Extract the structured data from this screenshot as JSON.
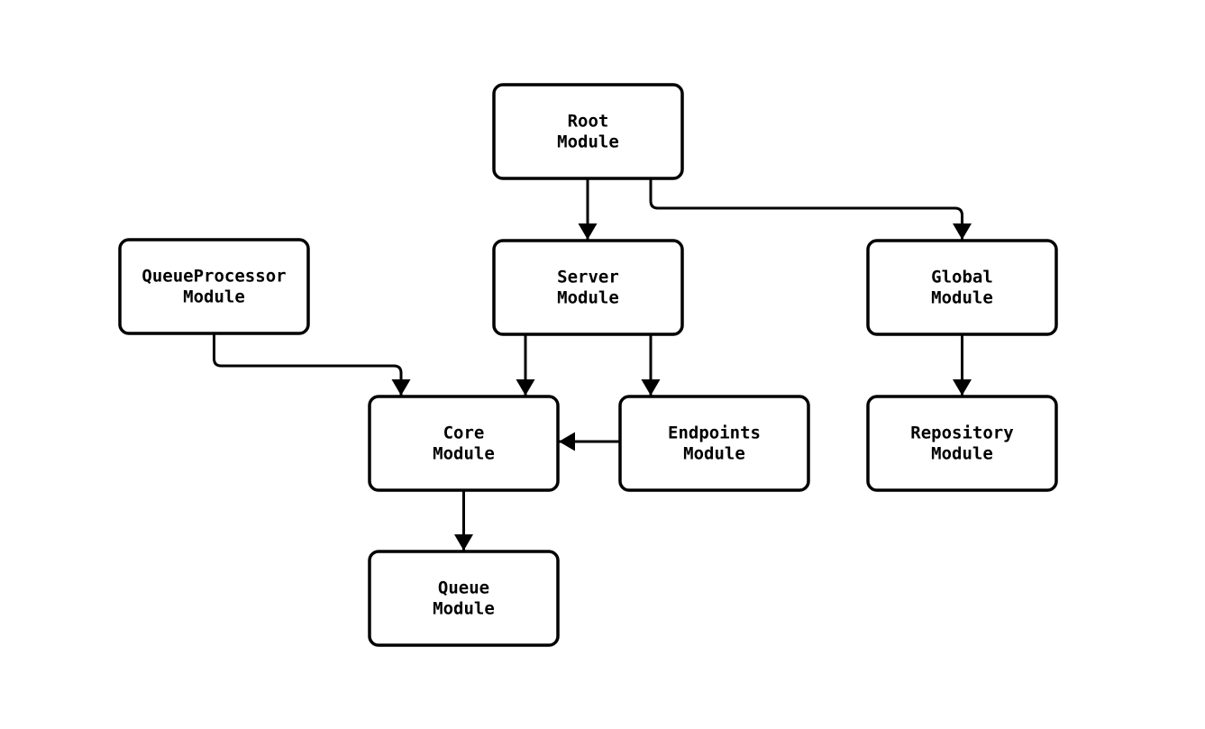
{
  "diagram": {
    "type": "module-dependency-flowchart",
    "background_color": "#ffffff",
    "node_fill_color": "#ffffff",
    "stroke_color": "#000000",
    "text_color": "#000000",
    "nodes": {
      "root": {
        "line1": "Root",
        "line2": "Module"
      },
      "queueprocessor": {
        "line1": "QueueProcessor",
        "line2": "Module"
      },
      "server": {
        "line1": "Server",
        "line2": "Module"
      },
      "global": {
        "line1": "Global",
        "line2": "Module"
      },
      "core": {
        "line1": "Core",
        "line2": "Module"
      },
      "endpoints": {
        "line1": "Endpoints",
        "line2": "Module"
      },
      "repository": {
        "line1": "Repository",
        "line2": "Module"
      },
      "queue": {
        "line1": "Queue",
        "line2": "Module"
      }
    },
    "edges": [
      {
        "from": "Root Module",
        "to": "Server Module"
      },
      {
        "from": "Root Module",
        "to": "Global Module"
      },
      {
        "from": "QueueProcessor Module",
        "to": "Core Module"
      },
      {
        "from": "Server Module",
        "to": "Core Module"
      },
      {
        "from": "Server Module",
        "to": "Endpoints Module"
      },
      {
        "from": "Endpoints Module",
        "to": "Core Module"
      },
      {
        "from": "Global Module",
        "to": "Repository Module"
      },
      {
        "from": "Core Module",
        "to": "Queue Module"
      }
    ]
  }
}
